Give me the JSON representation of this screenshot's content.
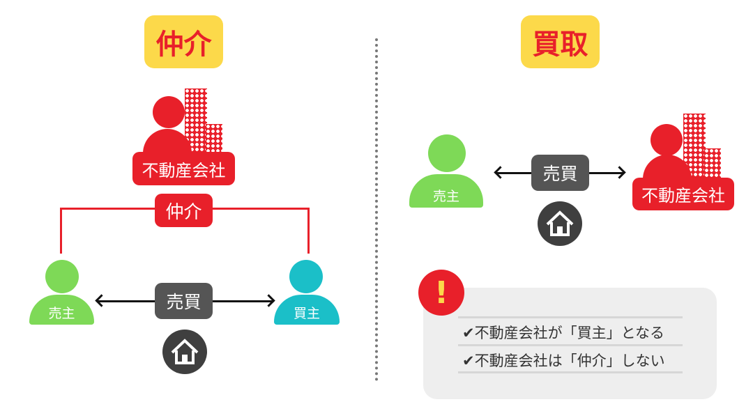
{
  "left": {
    "title": "仲介",
    "company_label": "不動産会社",
    "broker_label": "仲介",
    "seller_label": "売主",
    "buyer_label": "買主",
    "trade_label": "売買"
  },
  "right": {
    "title": "買取",
    "seller_label": "売主",
    "trade_label": "売買",
    "company_label": "不動産会社"
  },
  "note": {
    "icon": "exclamation-icon",
    "items": [
      "✔不動産会社が「買主」となる",
      "✔不動産会社は「仲介」しない"
    ]
  },
  "colors": {
    "red": "#e8202a",
    "yellow": "#fcd94a",
    "seller": "#7ed957",
    "buyer": "#1bbfc8",
    "dark": "#555555"
  }
}
